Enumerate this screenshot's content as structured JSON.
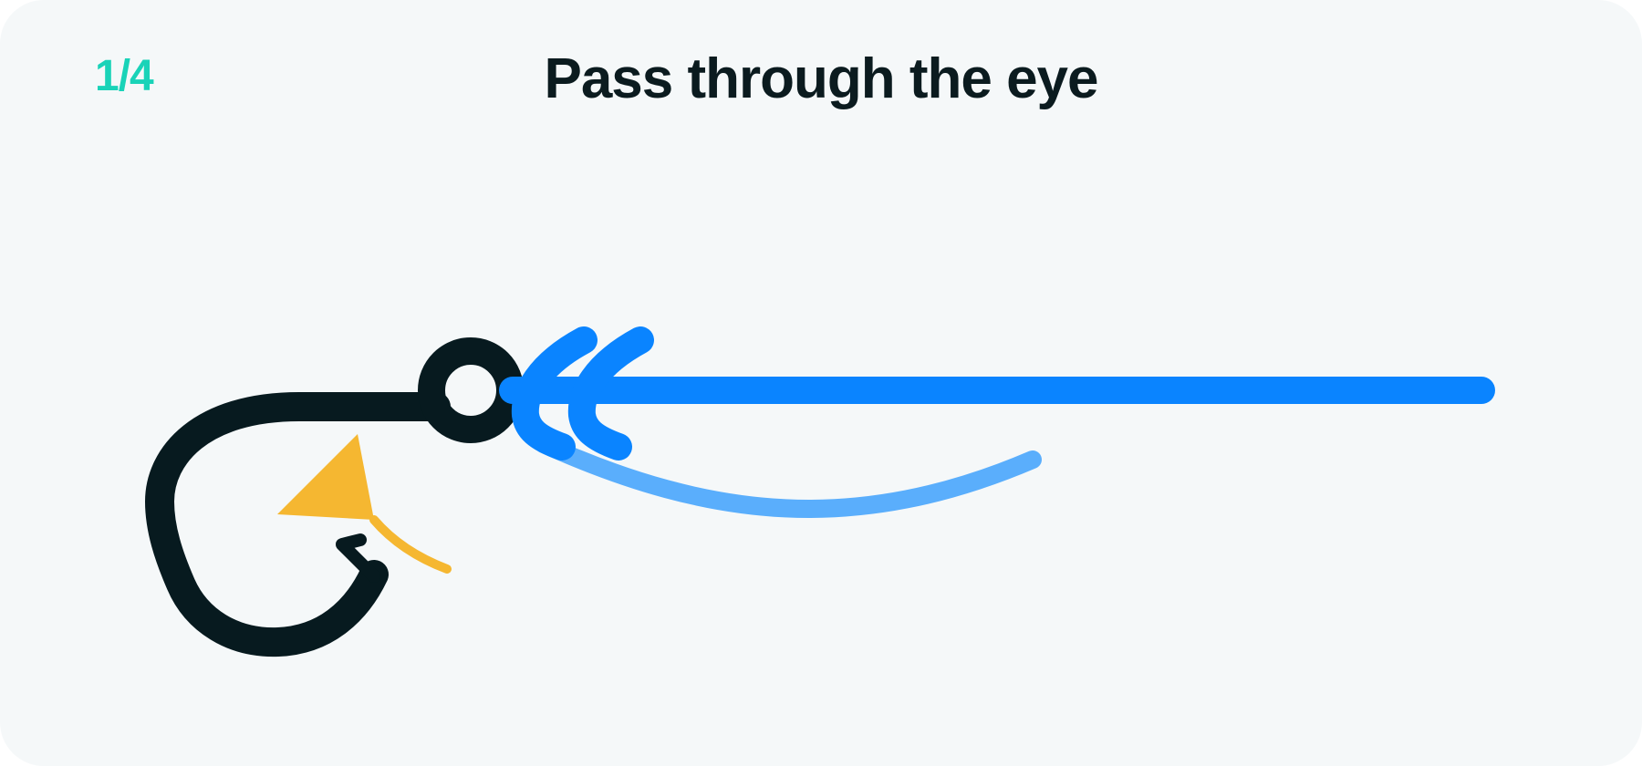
{
  "header": {
    "step_counter": "1/4",
    "title": "Pass through the eye"
  },
  "diagram": {
    "parts": [
      "hook",
      "hook-eye",
      "line",
      "line-loop",
      "line-tag-end",
      "bait-tip"
    ],
    "icons": [
      "hook-icon",
      "line-loop-icon",
      "arrow-icon"
    ]
  },
  "colors": {
    "background": "#f5f8f9",
    "text": "#0b1b1f",
    "accent": "#19d3b8",
    "hook": "#071a1f",
    "line": "#0a84ff",
    "line_tag": "#5aaefc",
    "tip": "#f5b731"
  }
}
